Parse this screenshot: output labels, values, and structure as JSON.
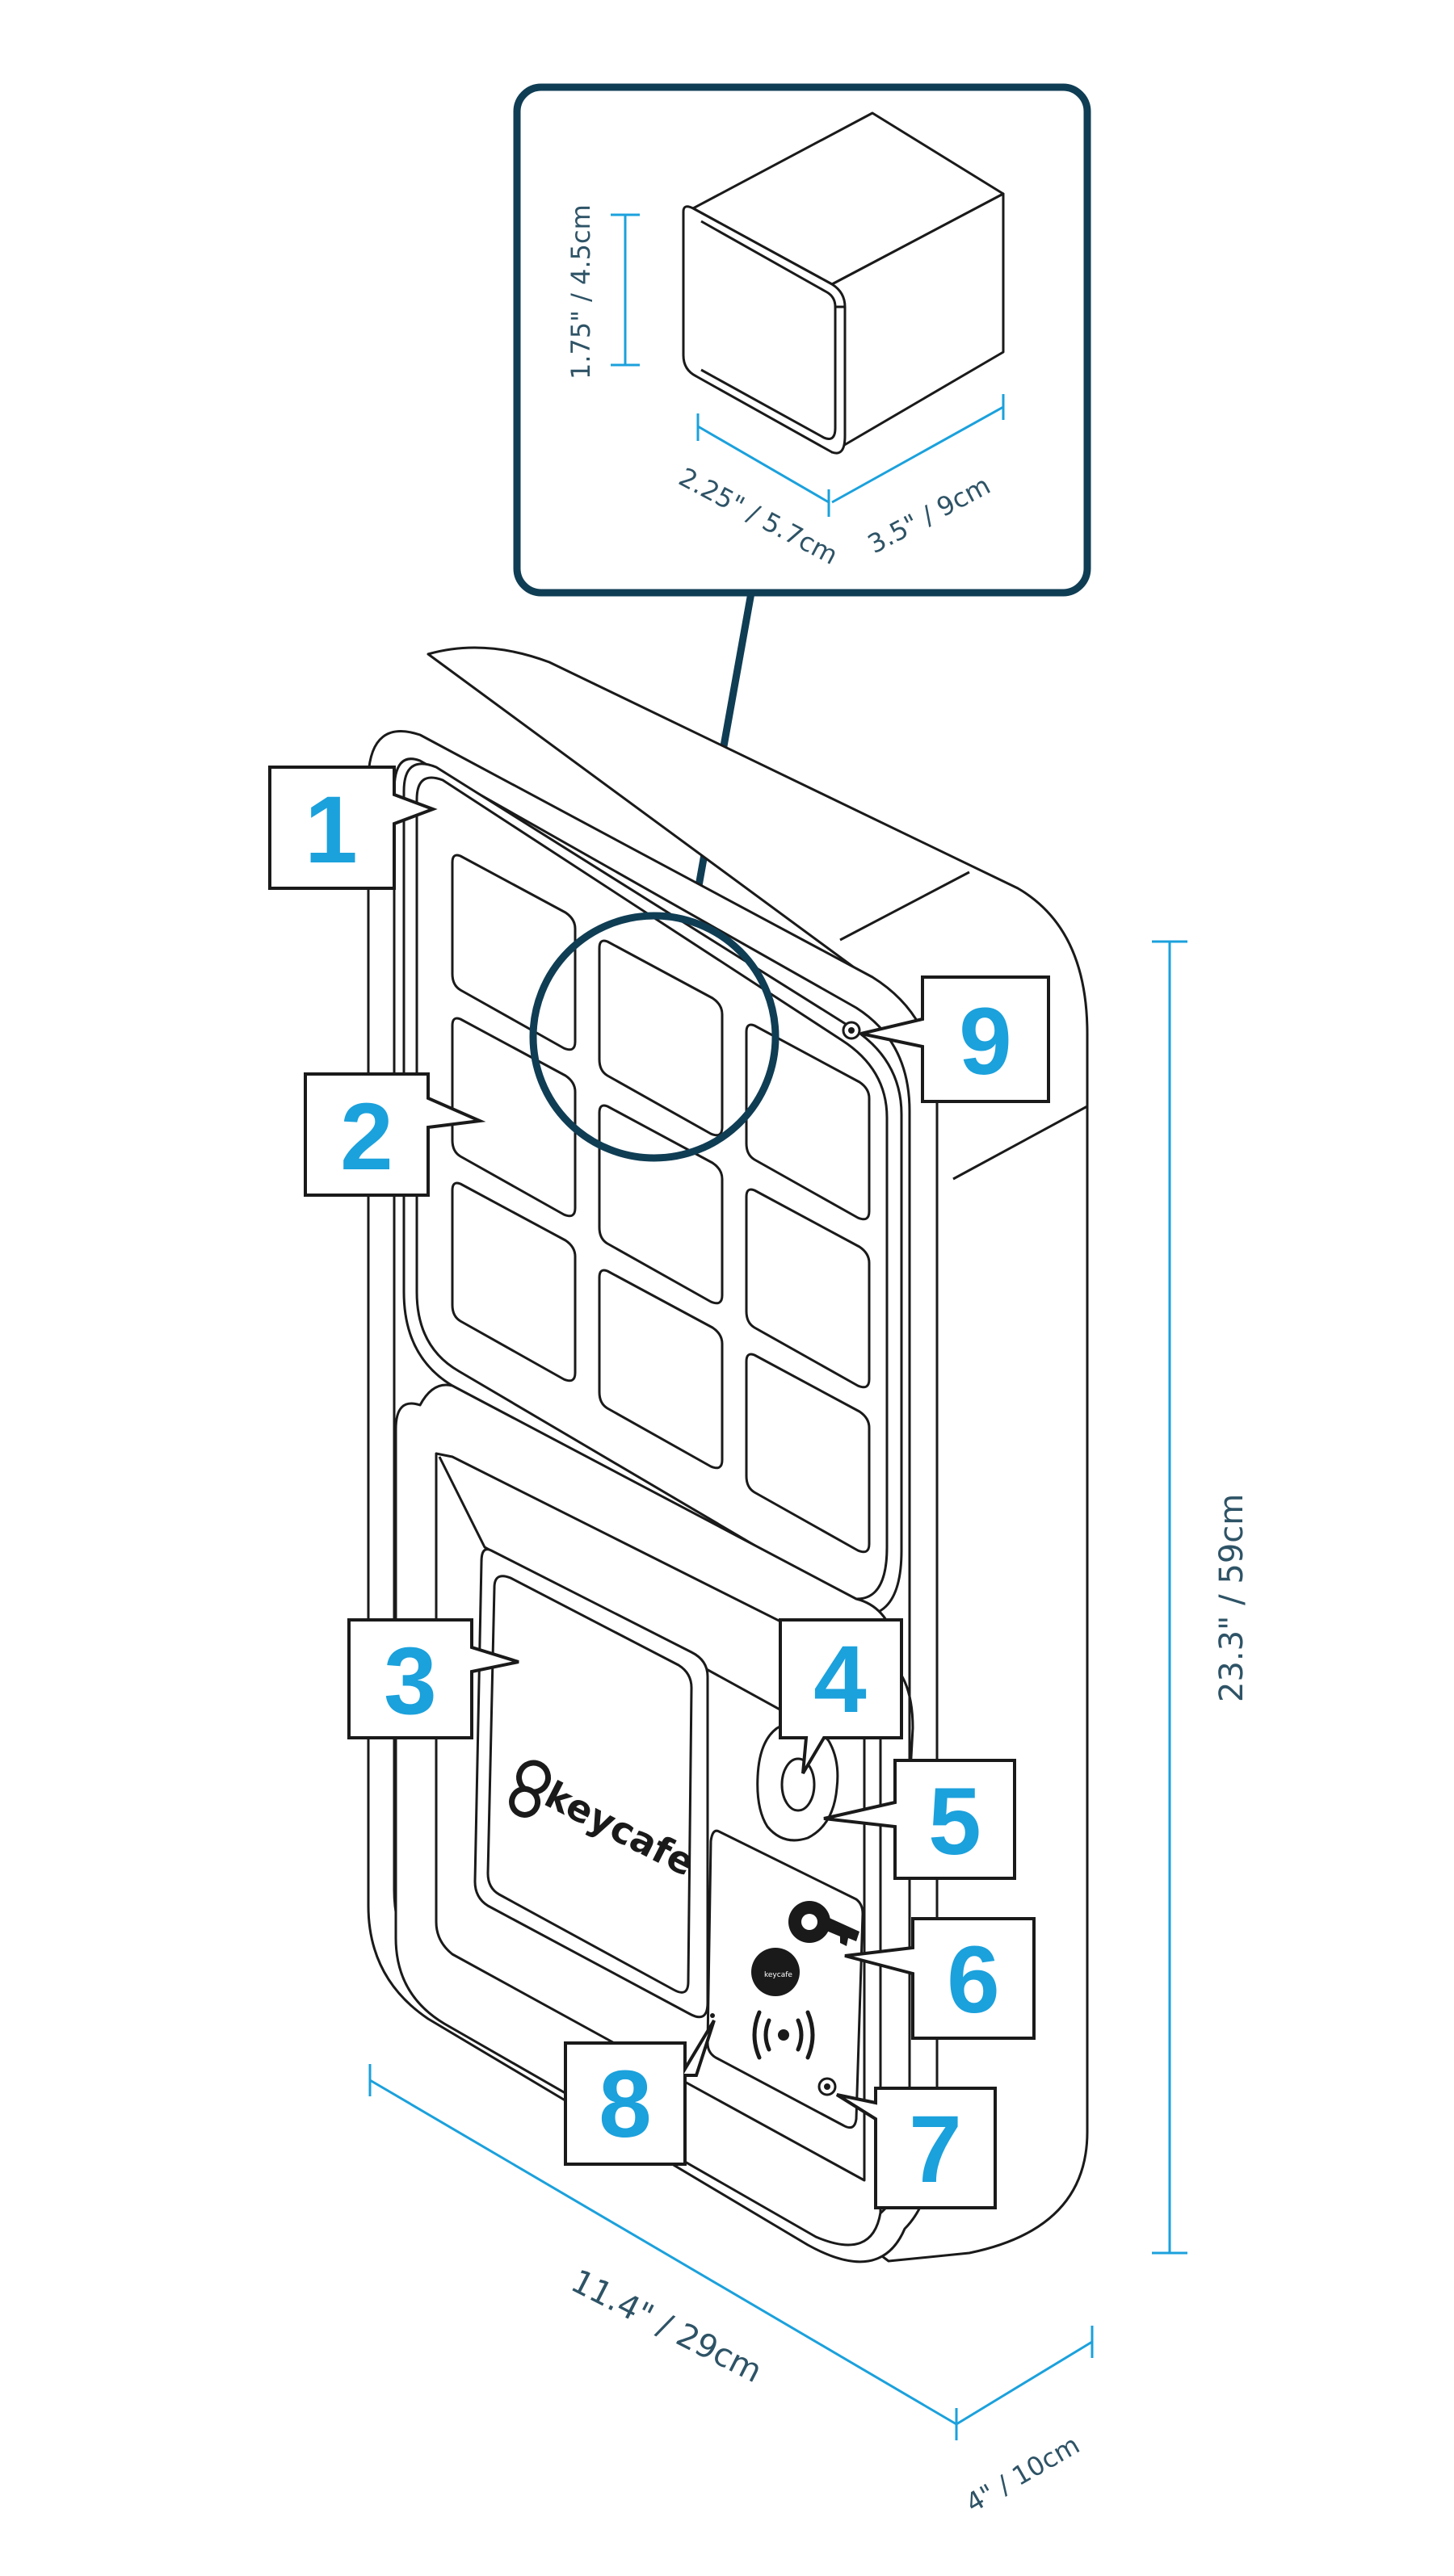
{
  "dimensions": {
    "cube_height": "1.75\" / 4.5cm",
    "cube_width": "2.25\" / 5.7cm",
    "cube_depth": "3.5\" / 9cm",
    "box_height": "23.3\" / 59cm",
    "box_width": "11.4\" / 29cm",
    "box_depth": "4\" / 10cm"
  },
  "callouts": [
    {
      "number": "1"
    },
    {
      "number": "2"
    },
    {
      "number": "3"
    },
    {
      "number": "4"
    },
    {
      "number": "5"
    },
    {
      "number": "6"
    },
    {
      "number": "7"
    },
    {
      "number": "8"
    },
    {
      "number": "9"
    }
  ],
  "brand": {
    "logo_text": "keycafe",
    "small_logo_text": "keycafe"
  },
  "colors": {
    "accent": "#1ba1dc",
    "outline": "#1a1a1a",
    "dark_teal": "#0f3d54"
  }
}
